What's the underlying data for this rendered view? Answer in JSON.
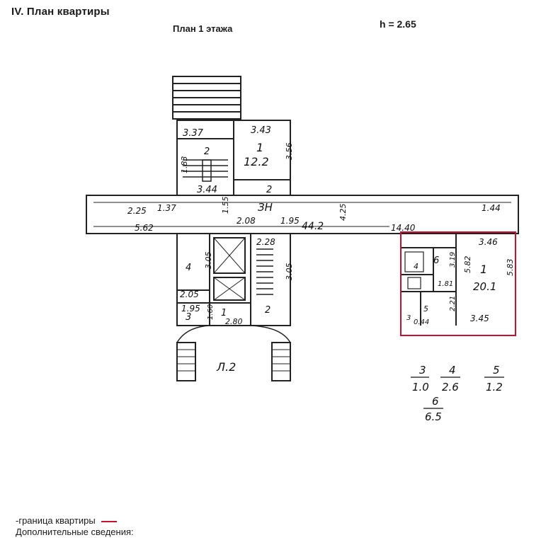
{
  "header": {
    "section_title": "IV. План квартиры",
    "floor_title": "План 1  этажа",
    "ceiling_height": "h = 2.65"
  },
  "plan": {
    "labels": {
      "stair_top_left": "3.37",
      "room_top_left": "2",
      "dim_left_vert": "1.83",
      "dim_344": "3.44",
      "room_1_top": "1",
      "area_1_top": "12.2",
      "dim_343": "3.43",
      "dim_356": "3.56",
      "room_2_small": "2",
      "dim_225": "2.25",
      "dim_137": "1.37",
      "dim_562": "5.62",
      "dim_155": "1.55",
      "dim_208": "2.08",
      "corridor_code": "ЗН",
      "corridor_area": "44.2",
      "dim_195": "1.95",
      "dim_425": "4.25",
      "dim_144": "1.44",
      "dim_440": "14.40",
      "dim_228": "2.28",
      "room_4_left": "4",
      "dim_305": "3.05",
      "dim_205": "2.05",
      "dim_195b": "1.95",
      "room_3_left": "3",
      "dim_160": "1.60",
      "room_1_left_bottom": "1",
      "dim_280": "2.80",
      "stair_right_dim": "3.05",
      "room_2_bottom": "2",
      "entrance_label": "Л.2",
      "apt_room_6": "6",
      "apt_dim_346": "3.46",
      "apt_room_1": "1",
      "apt_area_1": "20.1",
      "apt_dim_582": "5.82",
      "apt_dim_583": "5.83",
      "apt_dim_319": "3.19",
      "apt_dim_181": "1.81",
      "apt_dim_221": "2.21",
      "apt_dim_345": "3.45",
      "apt_dim_044": "0.44",
      "apt_room_3": "3",
      "apt_room_4": "4",
      "apt_room_5": "5"
    }
  },
  "area_summary": [
    {
      "room": "3",
      "area": "1.0"
    },
    {
      "room": "4",
      "area": "2.6"
    },
    {
      "room": "5",
      "area": "1.2"
    },
    {
      "room": "6",
      "area": "6.5"
    }
  ],
  "legend": {
    "boundary_label": "-граница квартиры",
    "boundary_color": "#c8102e",
    "extra_info": "Дополнительные сведения:"
  }
}
